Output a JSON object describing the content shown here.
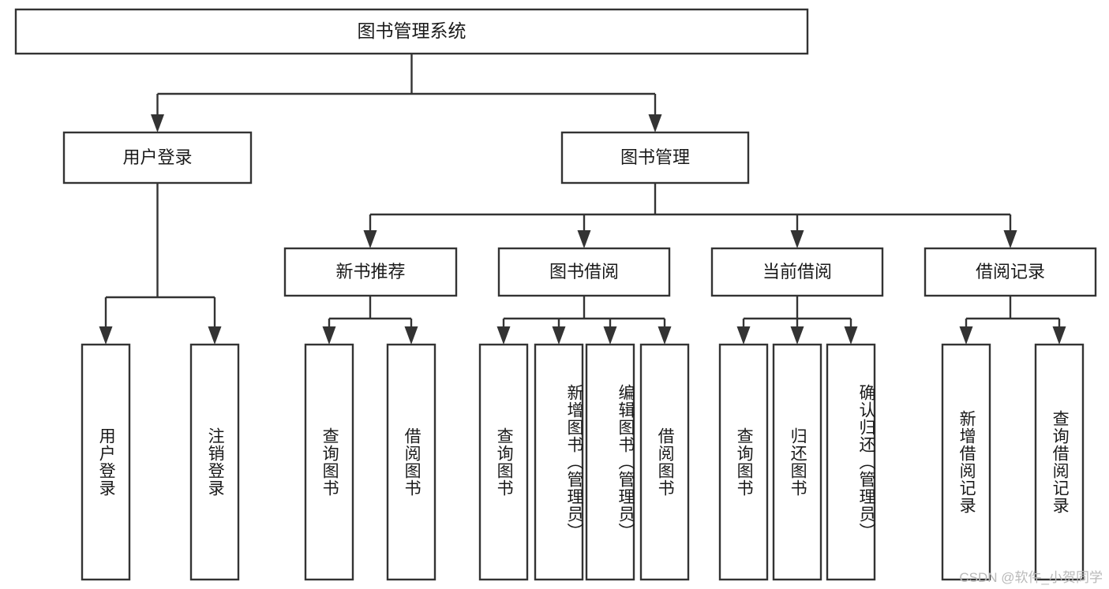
{
  "diagram": {
    "type": "tree",
    "title": "图书管理系统",
    "watermark": "CSDN @软件_小贺同学",
    "colors": {
      "stroke": "#333333",
      "fill": "#ffffff",
      "text": "#1a1a1a",
      "watermark": "#b9b9b9"
    },
    "levels": {
      "root": {
        "label": "图书管理系统"
      },
      "level2": [
        {
          "id": "user-login",
          "label": "用户登录"
        },
        {
          "id": "book-manage",
          "label": "图书管理"
        }
      ],
      "level3": [
        {
          "id": "new-book-recommend",
          "label": "新书推荐",
          "parent": "book-manage"
        },
        {
          "id": "book-borrow",
          "label": "图书借阅",
          "parent": "book-manage"
        },
        {
          "id": "current-borrow",
          "label": "当前借阅",
          "parent": "book-manage"
        },
        {
          "id": "borrow-record",
          "label": "借阅记录",
          "parent": "book-manage"
        }
      ],
      "leaves": [
        {
          "id": "leaf-user-login",
          "label": "用户登录",
          "parent": "user-login"
        },
        {
          "id": "leaf-logout-login",
          "label": "注销登录",
          "parent": "user-login"
        },
        {
          "id": "leaf-query-book-1",
          "label": "查询图书",
          "parent": "new-book-recommend"
        },
        {
          "id": "leaf-borrow-book-1",
          "label": "借阅图书",
          "parent": "new-book-recommend"
        },
        {
          "id": "leaf-query-book-2",
          "label": "查询图书",
          "parent": "book-borrow"
        },
        {
          "id": "leaf-add-book",
          "label": "新增图书（管理员）",
          "parent": "book-borrow"
        },
        {
          "id": "leaf-edit-book",
          "label": "编辑图书（管理员）",
          "parent": "book-borrow"
        },
        {
          "id": "leaf-borrow-book-2",
          "label": "借阅图书",
          "parent": "book-borrow"
        },
        {
          "id": "leaf-query-book-3",
          "label": "查询图书",
          "parent": "current-borrow"
        },
        {
          "id": "leaf-return-book",
          "label": "归还图书",
          "parent": "current-borrow"
        },
        {
          "id": "leaf-confirm-return",
          "label": "确认归还（管理员）",
          "parent": "current-borrow"
        },
        {
          "id": "leaf-add-record",
          "label": "新增借阅记录",
          "parent": "borrow-record"
        },
        {
          "id": "leaf-query-record",
          "label": "查询借阅记录",
          "parent": "borrow-record"
        }
      ]
    }
  }
}
